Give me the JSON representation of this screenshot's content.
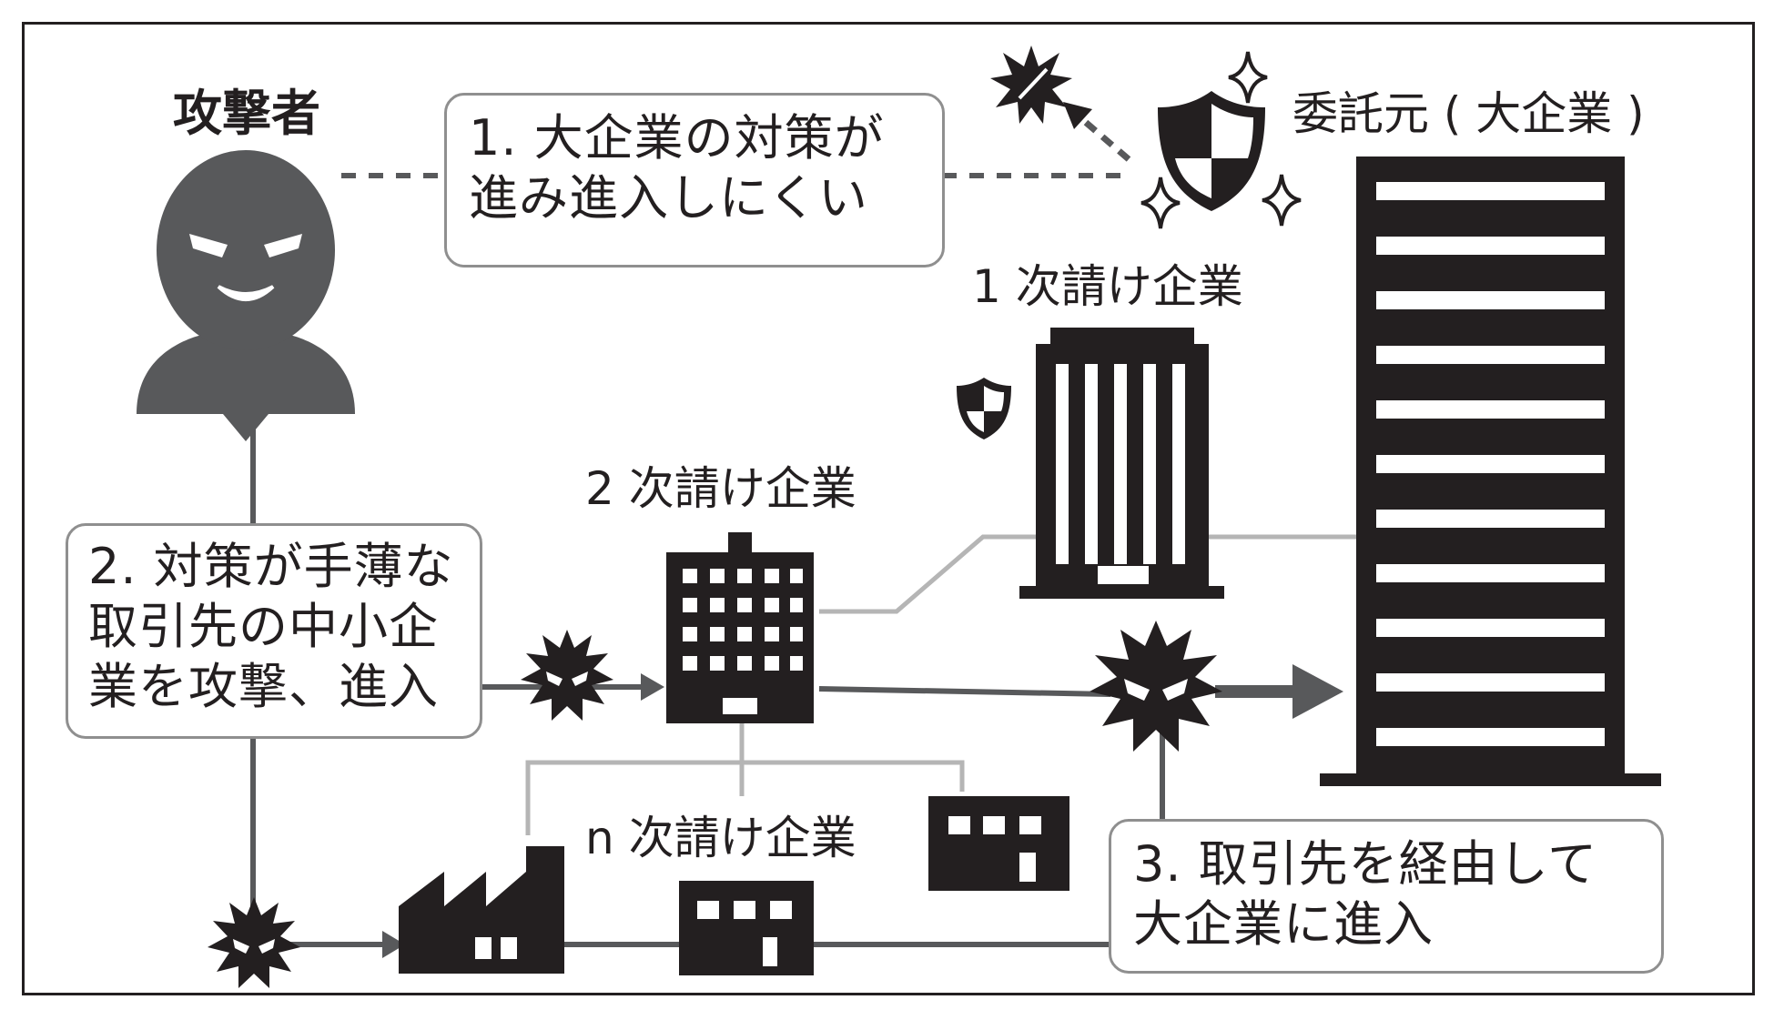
{
  "attacker": {
    "label": "攻撃者"
  },
  "client": {
    "label": "委託元 ( 大企業 )"
  },
  "tier1": {
    "label": "1 次請け企業"
  },
  "tier2": {
    "label": "2 次請け企業"
  },
  "tiern": {
    "label": "n 次請け企業"
  },
  "steps": [
    {
      "lines": [
        "1. 大企業の対策が",
        "進み進入しにくい"
      ]
    },
    {
      "lines": [
        "2. 対策が手薄な",
        "取引先の中小企",
        "業を攻撃、進入"
      ]
    },
    {
      "lines": [
        "3. 取引先を経由して",
        "大企業に進入"
      ]
    }
  ],
  "colors": {
    "ink": "#231f20",
    "attacker": "#58595b",
    "grey_line": "#b5b5b5",
    "box_border": "#8f8f8f"
  }
}
